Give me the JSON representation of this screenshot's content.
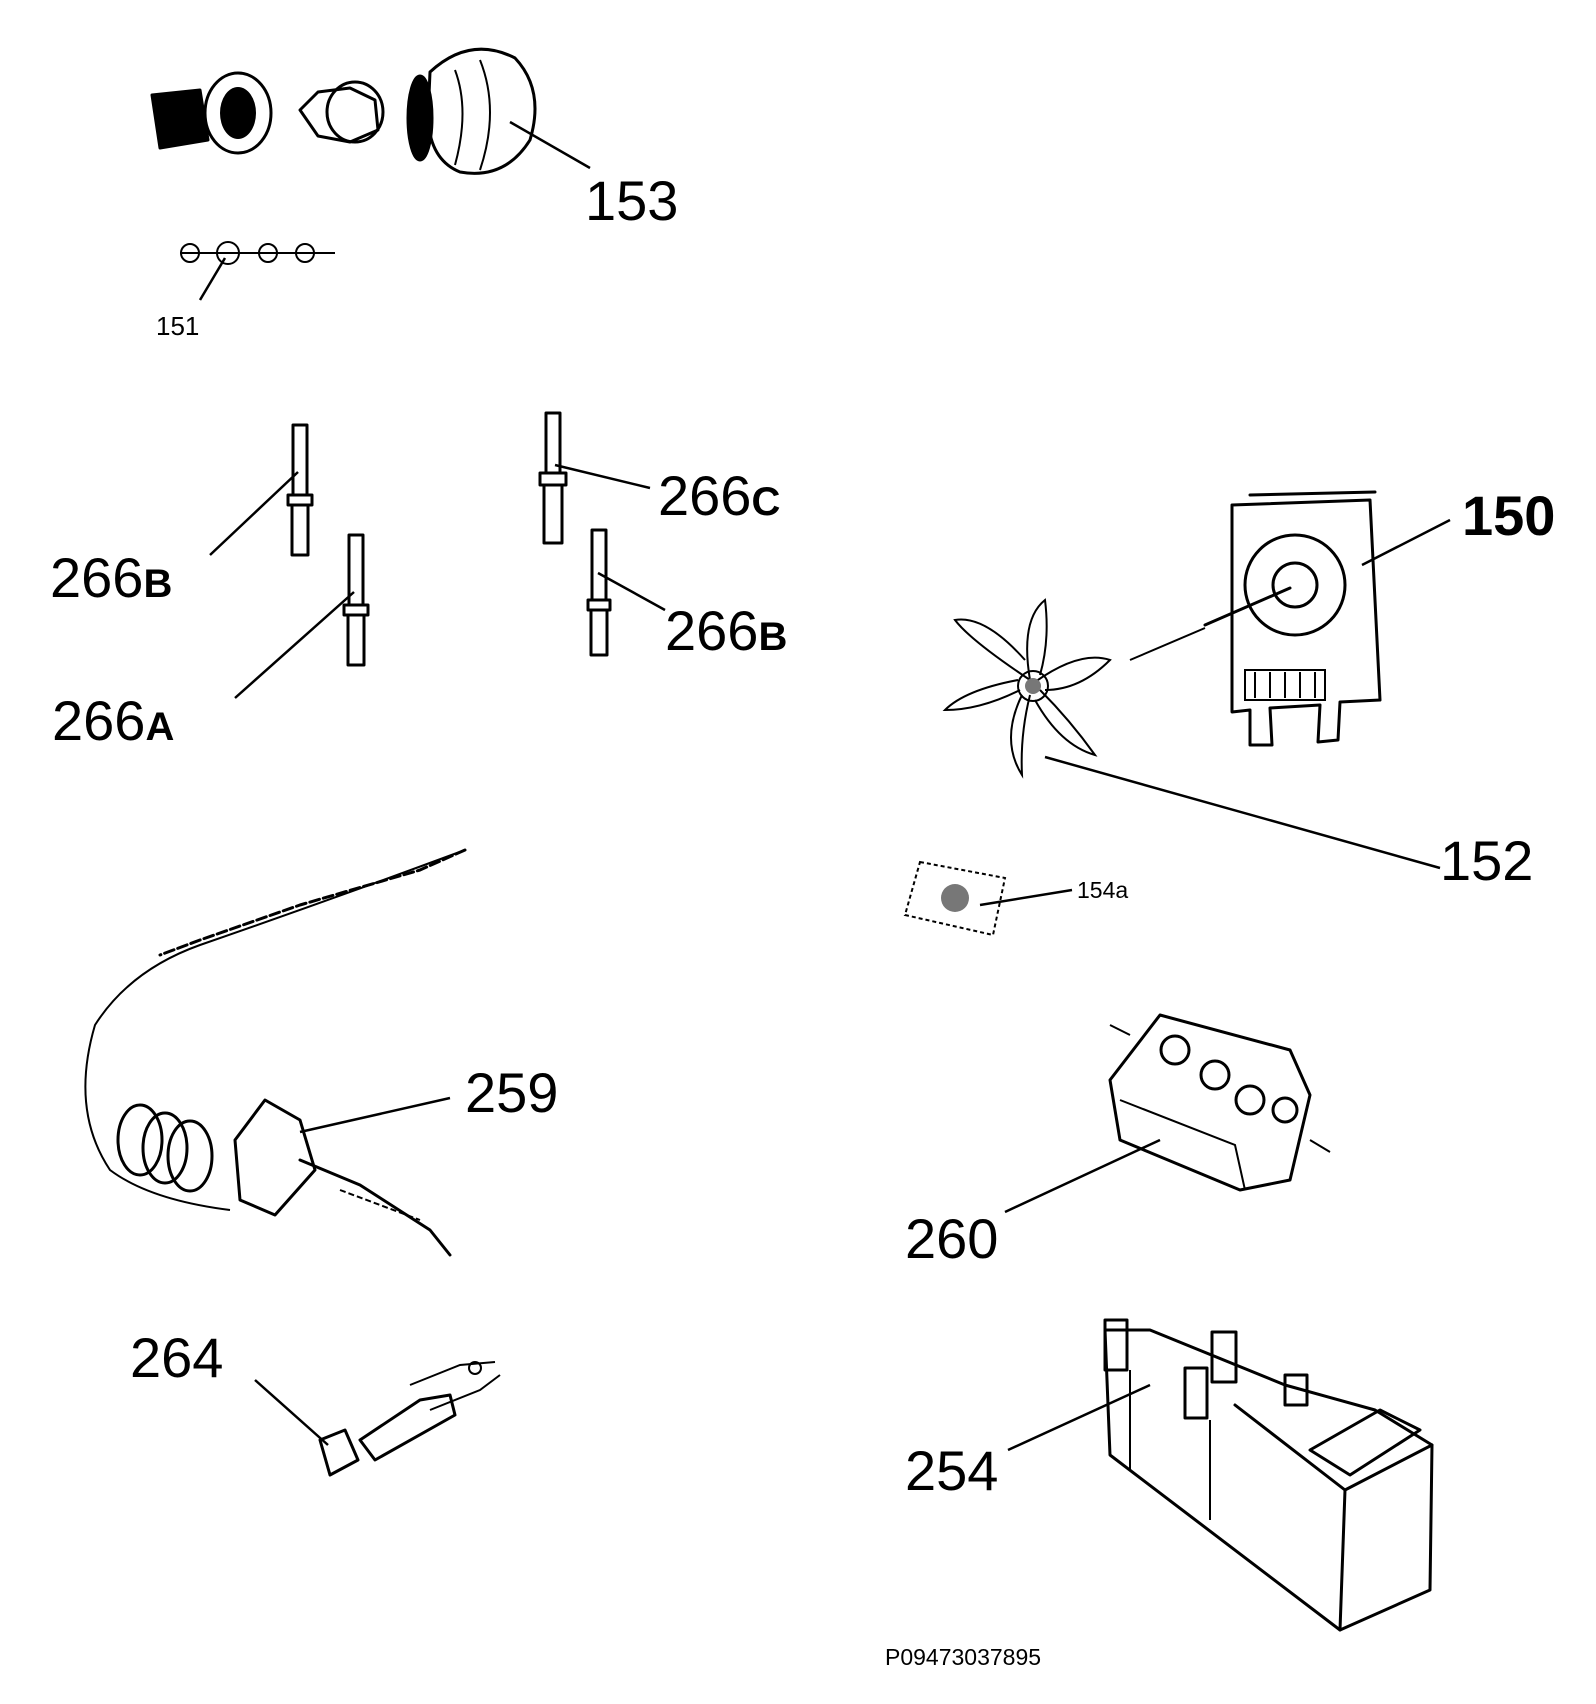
{
  "callouts": {
    "c153": "153",
    "c151": "151",
    "c266b_left": "266",
    "c266b_left_suffix": "B",
    "c266a": "266",
    "c266a_suffix": "A",
    "c266c": "266",
    "c266c_suffix": "C",
    "c266b_right": "266",
    "c266b_right_suffix": "B",
    "c150": "150",
    "c152": "152",
    "c154a": "154a",
    "c259": "259",
    "c260": "260",
    "c264": "264",
    "c254": "254"
  },
  "reference_code": "P09473037895",
  "parts": {
    "p153": "lamp-assembly-icon",
    "p151": "chain-icon",
    "p266": "pin-connector-icon",
    "p150": "fan-motor-icon",
    "p152": "fan-blade-icon",
    "p154a": "gasket-icon",
    "p259": "thermostat-capillary-icon",
    "p260": "selector-switch-icon",
    "p264": "connector-terminal-icon",
    "p254": "terminal-block-icon"
  }
}
